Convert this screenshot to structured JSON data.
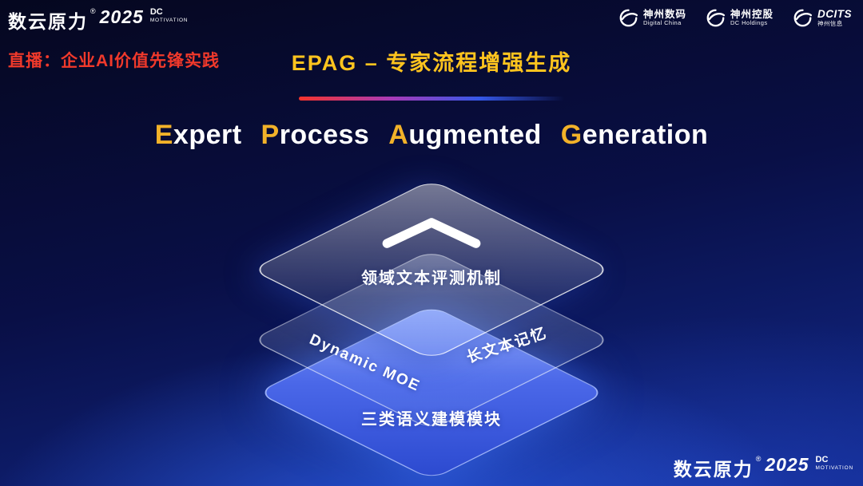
{
  "brand": {
    "name": "数云原力",
    "reg": "®",
    "year": "2025",
    "dc": "DC",
    "motivation": "MOTIVATION"
  },
  "header": {
    "live_label": "直播：企业AI价值先锋实践",
    "slide_title": "EPAG – 专家流程增强生成",
    "partners": [
      {
        "name": "神州数码",
        "sub": "Digital China",
        "icon": "swoosh-circle-icon"
      },
      {
        "name": "神州控股",
        "sub": "DC Holdings",
        "icon": "swoosh-circle-icon"
      },
      {
        "name": "DCITS",
        "sub": "神州信息",
        "icon": "swoosh-circle-icon"
      }
    ]
  },
  "main": {
    "title": {
      "words": [
        {
          "first": "E",
          "rest": "xpert"
        },
        {
          "first": "P",
          "rest": "rocess"
        },
        {
          "first": "A",
          "rest": "ugmented"
        },
        {
          "first": "G",
          "rest": "eneration"
        }
      ]
    },
    "diagram": {
      "top_layer_label": "领域文本评测机制",
      "middle_layer_left_label": "Dynamic MOE",
      "middle_layer_right_label": "长文本记忆",
      "bottom_layer_label": "三类语义建模模块",
      "chevron_icon": "chevron-up-icon"
    }
  },
  "colors": {
    "accent_gold": "#f2b229",
    "title_gold": "#ffc41e",
    "live_red": "#f0392b",
    "layer_blue": "#4a67e8",
    "background_navy": "#090f46"
  }
}
